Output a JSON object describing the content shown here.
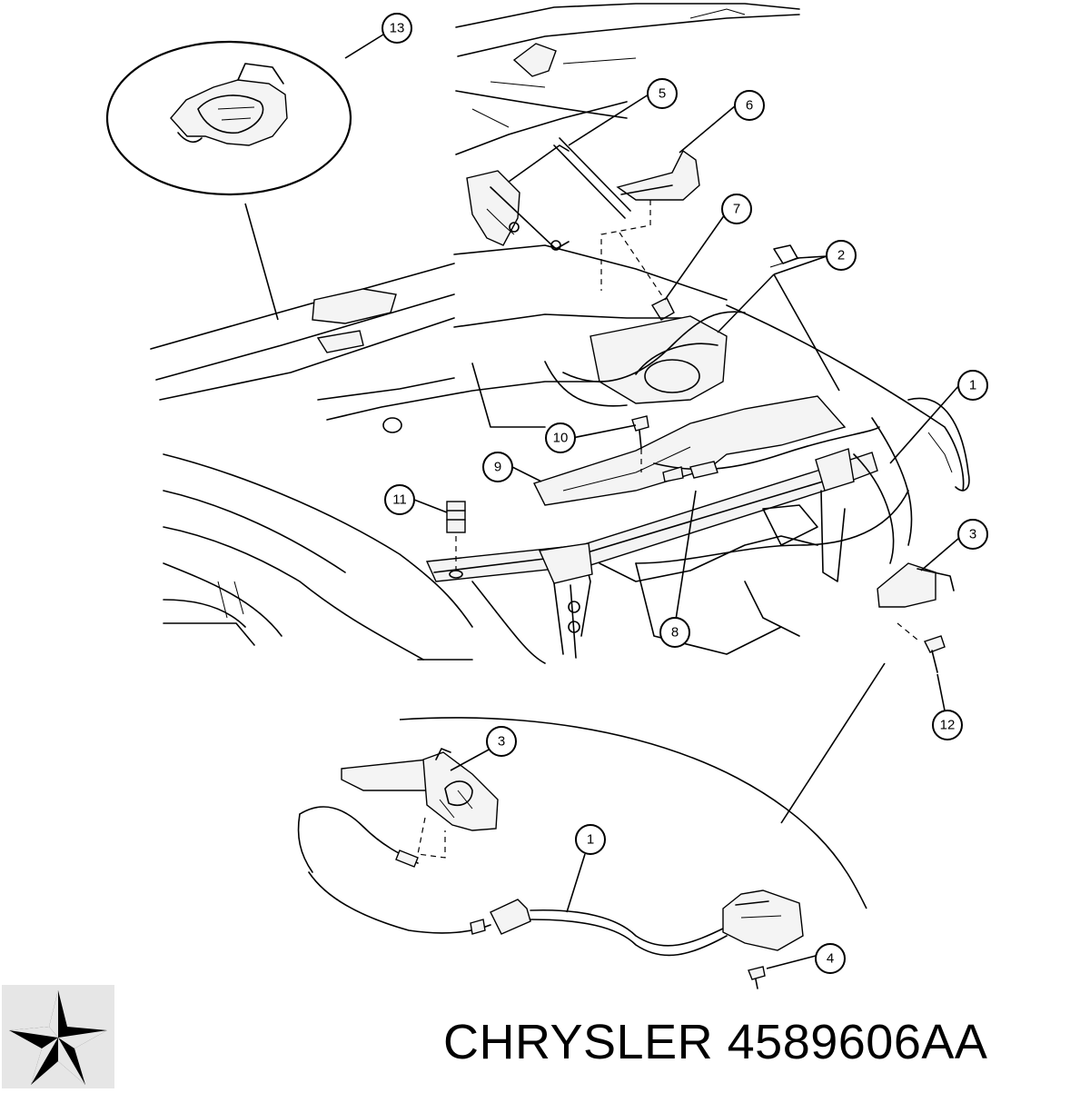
{
  "caption": {
    "brand": "CHRYSLER",
    "part_number": "4589606AA"
  },
  "callouts": [
    "13",
    "5",
    "6",
    "7",
    "2",
    "1",
    "10",
    "9",
    "11",
    "3",
    "8",
    "12",
    "3",
    "1",
    "4"
  ],
  "logo": {
    "icon": "chrysler-pentastar-icon",
    "background": "#e6e6e6",
    "color": "#000000"
  }
}
